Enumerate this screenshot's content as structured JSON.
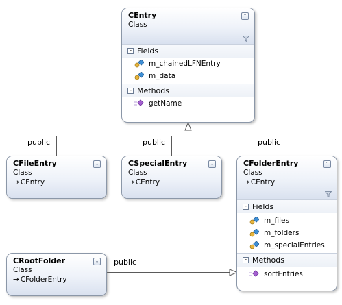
{
  "classes": {
    "centry": {
      "name": "CEntry",
      "kind": "Class",
      "fields_label": "Fields",
      "fields": [
        "m_chainedLFNEntry",
        "m_data"
      ],
      "methods_label": "Methods",
      "methods": [
        "getName"
      ]
    },
    "cfileentry": {
      "name": "CFileEntry",
      "kind": "Class",
      "base": "CEntry"
    },
    "cspecialentry": {
      "name": "CSpecialEntry",
      "kind": "Class",
      "base": "CEntry"
    },
    "cfolderentry": {
      "name": "CFolderEntry",
      "kind": "Class",
      "base": "CEntry",
      "fields_label": "Fields",
      "fields": [
        "m_files",
        "m_folders",
        "m_specialEntries"
      ],
      "methods_label": "Methods",
      "methods": [
        "sortEntries"
      ]
    },
    "crootfolder": {
      "name": "CRootFolder",
      "kind": "Class",
      "base": "CFolderEntry"
    }
  },
  "relations": {
    "cfileentry_label": "public",
    "cspecialentry_label": "public",
    "cfolderentry_label": "public",
    "crootfolder_label": "public"
  },
  "icons": {
    "expand": "chevron-double-up-icon",
    "collapse": "chevron-double-down-icon",
    "field": "field-icon",
    "method": "method-icon",
    "filter": "filter-icon",
    "inherits": "inherits-arrow-icon"
  }
}
